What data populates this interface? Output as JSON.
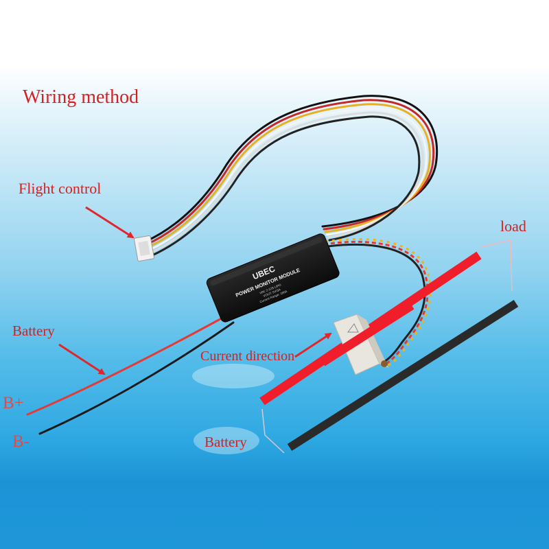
{
  "labels": {
    "title": "Wiring method",
    "flight_control": "Flight control",
    "load": "load",
    "battery_top": "Battery",
    "current_direction": "Current direction",
    "b_plus": "B+",
    "b_minus": "B-",
    "battery_bottom": "Battery"
  },
  "module": {
    "brand": "UBEC",
    "name": "POWER MONITOR MODULE",
    "spec_vin": "VIN: 2-12S LIPO",
    "spec_vout": "VOUT: 5V/3A",
    "spec_range": "Current Range: 180A"
  },
  "colors": {
    "text_red": "#d42020",
    "arrow_red": "#e0262a",
    "busbar_red": "#f01e2a",
    "busbar_black": "#2a2a2a",
    "module_body": "#161616"
  }
}
